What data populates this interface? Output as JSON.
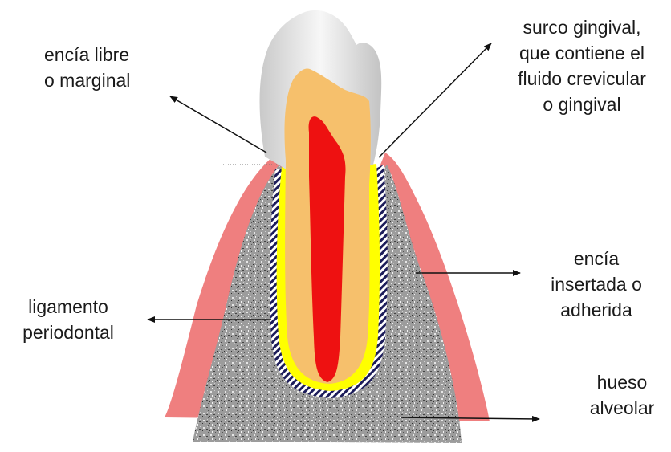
{
  "labels": {
    "free_gingiva": {
      "line1": "encía libre",
      "line2": "o marginal"
    },
    "gingival_sulcus": {
      "line1": "surco gingival,",
      "line2": "que contiene el",
      "line3": "fluido crevicular",
      "line4": "o gingival"
    },
    "attached_gingiva": {
      "line1": "encía",
      "line2": "insertada o",
      "line3": "adherida"
    },
    "periodontal_ligament": {
      "line1": "ligamento",
      "line2": "periodontal"
    },
    "alveolar_bone": {
      "line1": "hueso",
      "line2": "alveolar"
    }
  },
  "colors": {
    "gingiva": "#ef7f7f",
    "bone": "#9a9a9a",
    "enamel": "#dcdcdc",
    "dentin": "#f6c06c",
    "pulp": "#ee1111",
    "cementum": "#ffff00",
    "ligament_hatch": "#1c1c5a",
    "arrow": "#111111"
  }
}
